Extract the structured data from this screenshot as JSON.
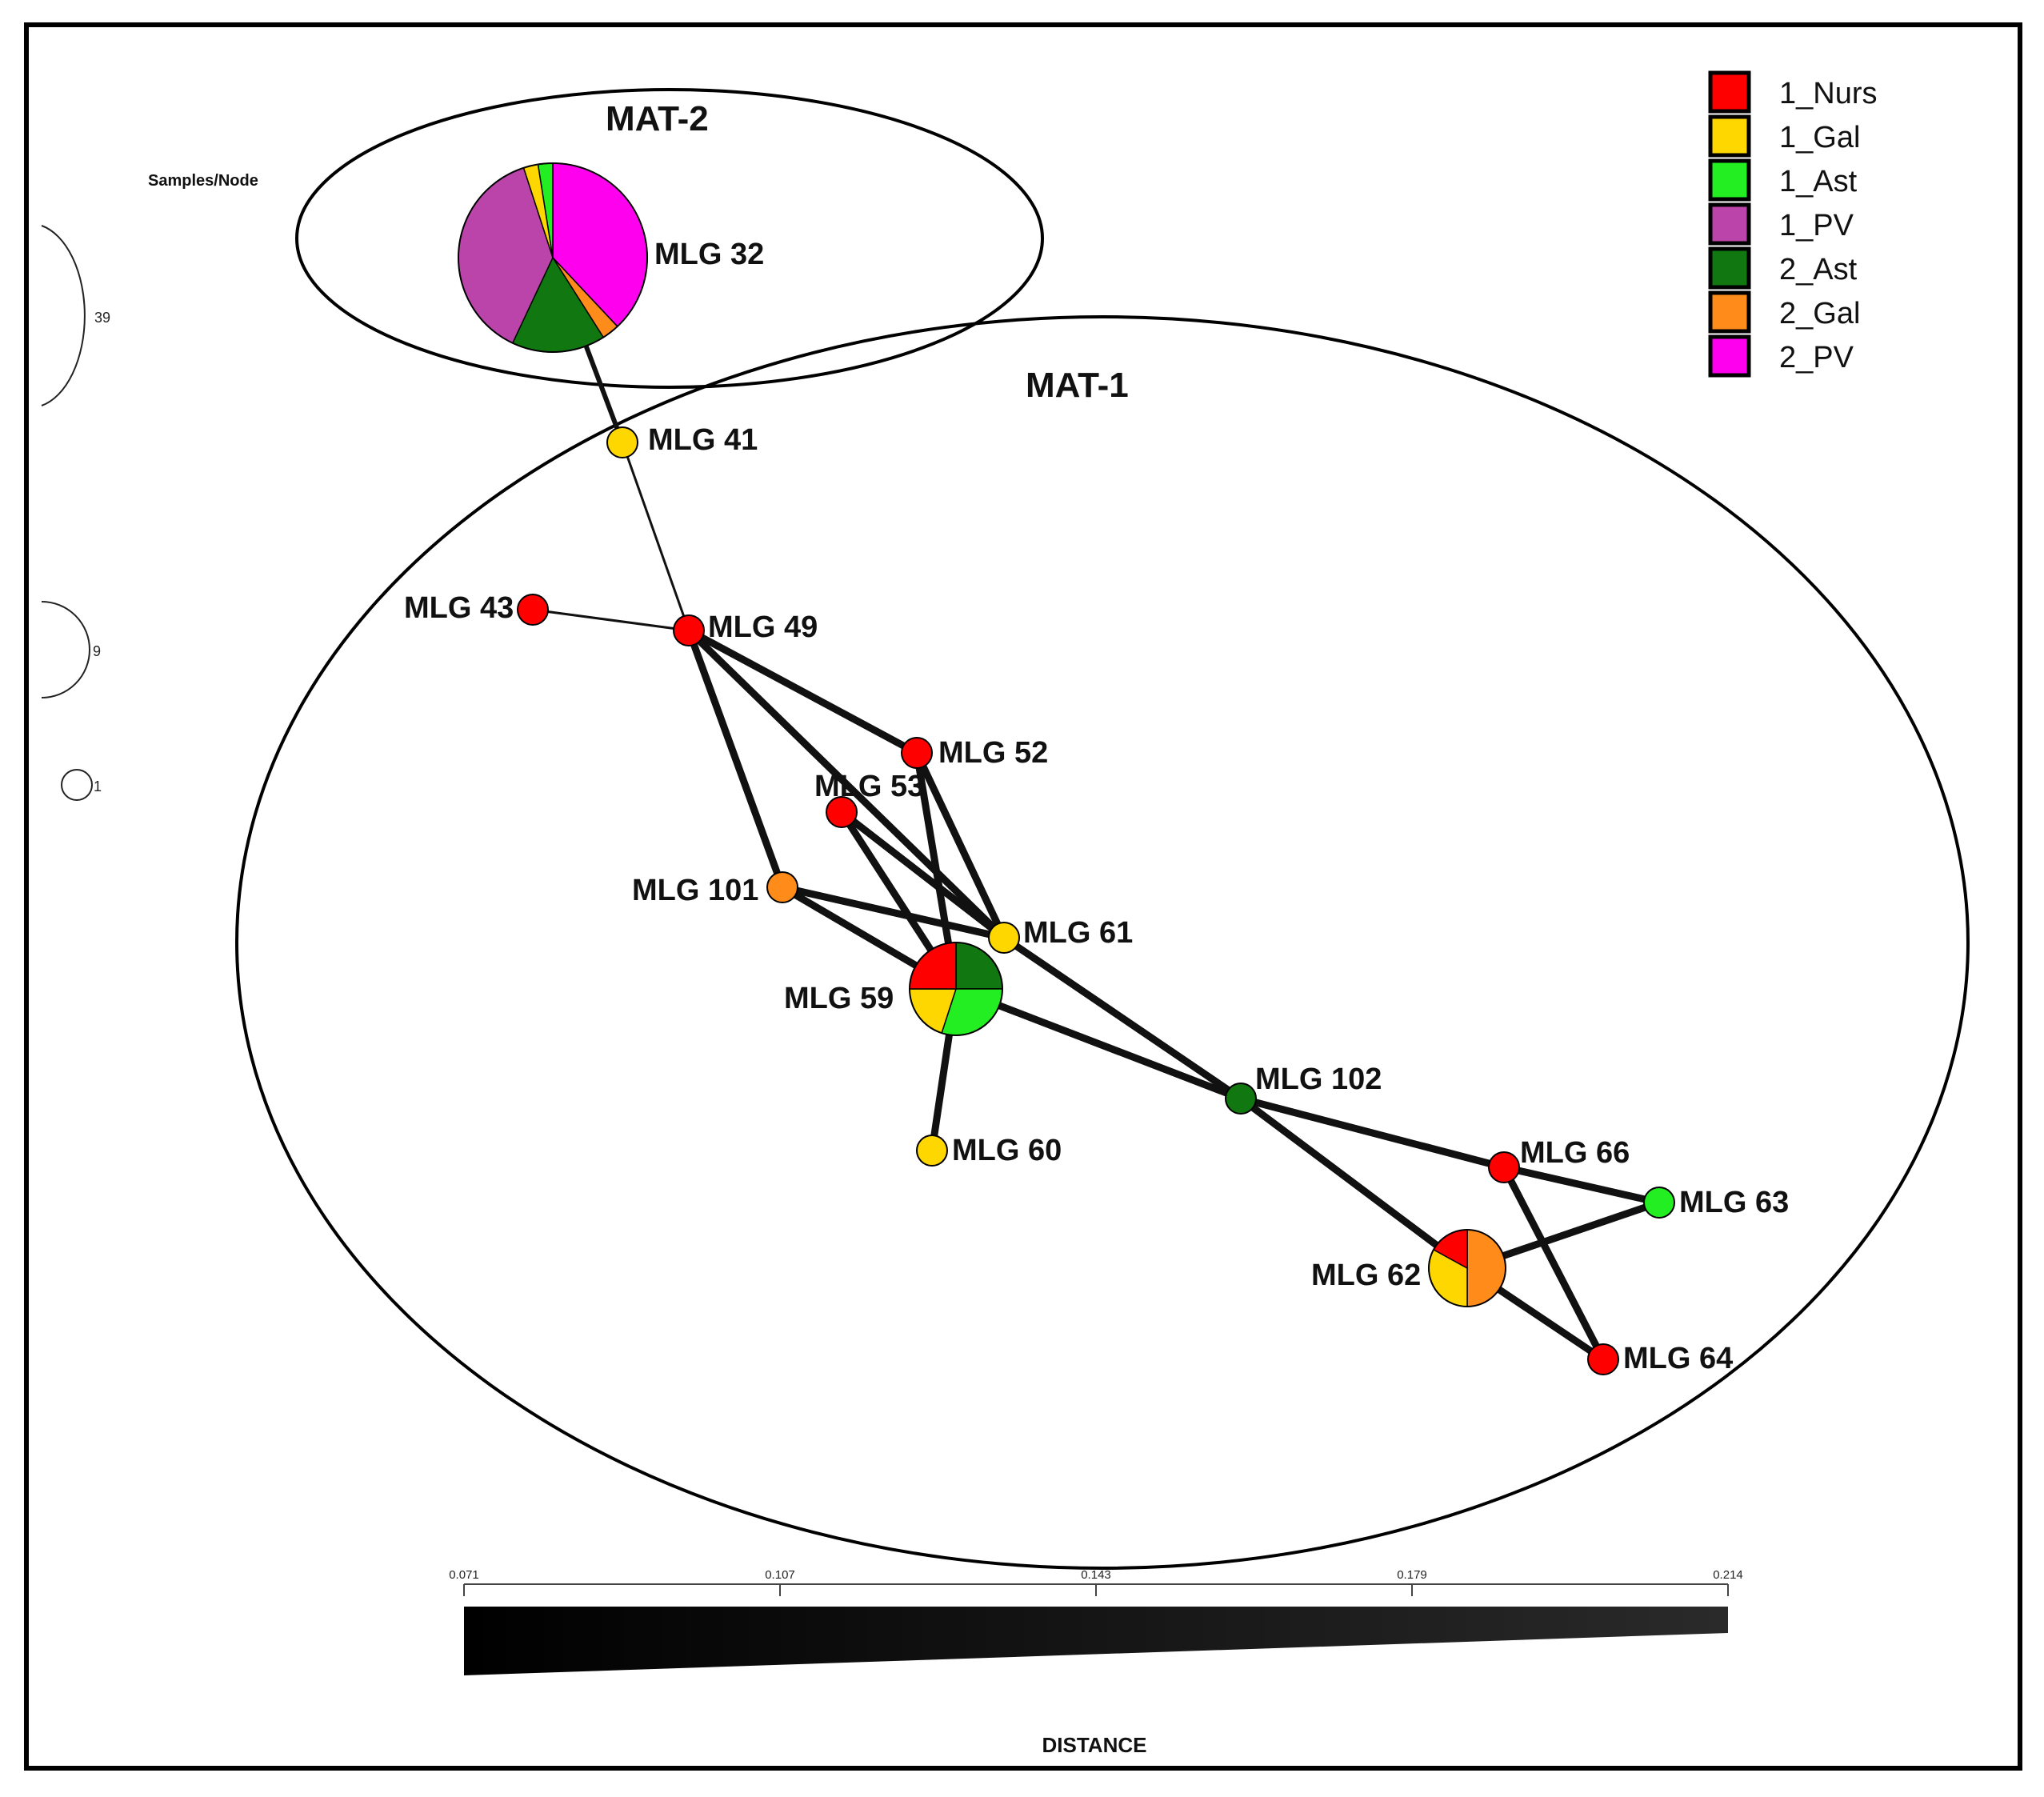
{
  "samples_per_node": {
    "label": "Samples/Node",
    "sizes": [
      "39",
      "9",
      "1"
    ]
  },
  "groups": [
    {
      "id": "mat2",
      "label": "MAT-2"
    },
    {
      "id": "mat1",
      "label": "MAT-1"
    }
  ],
  "legend": [
    {
      "id": "1_Nurs",
      "label": "1_Nurs",
      "color": "#ff0000"
    },
    {
      "id": "1_Gal",
      "label": "1_Gal",
      "color": "#ffd700"
    },
    {
      "id": "1_Ast",
      "label": "1_Ast",
      "color": "#22ee22"
    },
    {
      "id": "1_PV",
      "label": "1_PV",
      "color": "#bb44aa"
    },
    {
      "id": "2_Ast",
      "label": "2_Ast",
      "color": "#117711"
    },
    {
      "id": "2_Gal",
      "label": "2_Gal",
      "color": "#ff8c1a"
    },
    {
      "id": "2_PV",
      "label": "2_PV",
      "color": "#ff00ee"
    }
  ],
  "nodes": [
    {
      "id": "MLG 32",
      "label": "MLG 32",
      "samples": 39,
      "slices": [
        {
          "cat": "2_PV",
          "frac": 0.38
        },
        {
          "cat": "2_Gal",
          "frac": 0.03
        },
        {
          "cat": "2_Ast",
          "frac": 0.16
        },
        {
          "cat": "1_PV",
          "frac": 0.38
        },
        {
          "cat": "1_Gal",
          "frac": 0.025
        },
        {
          "cat": "1_Ast",
          "frac": 0.025
        }
      ]
    },
    {
      "id": "MLG 41",
      "label": "MLG 41",
      "samples": 1,
      "slices": [
        {
          "cat": "1_Gal",
          "frac": 1
        }
      ]
    },
    {
      "id": "MLG 43",
      "label": "MLG 43",
      "samples": 1,
      "slices": [
        {
          "cat": "1_Nurs",
          "frac": 1
        }
      ]
    },
    {
      "id": "MLG 49",
      "label": "MLG 49",
      "samples": 1,
      "slices": [
        {
          "cat": "1_Nurs",
          "frac": 1
        }
      ]
    },
    {
      "id": "MLG 52",
      "label": "MLG 52",
      "samples": 1,
      "slices": [
        {
          "cat": "1_Nurs",
          "frac": 1
        }
      ]
    },
    {
      "id": "MLG 53",
      "label": "MLG 53",
      "samples": 1,
      "slices": [
        {
          "cat": "1_Nurs",
          "frac": 1
        }
      ]
    },
    {
      "id": "MLG 101",
      "label": "MLG 101",
      "samples": 1,
      "slices": [
        {
          "cat": "2_Gal",
          "frac": 1
        }
      ]
    },
    {
      "id": "MLG 61",
      "label": "MLG 61",
      "samples": 1,
      "slices": [
        {
          "cat": "1_Gal",
          "frac": 1
        }
      ]
    },
    {
      "id": "MLG 59",
      "label": "MLG 59",
      "samples": 9,
      "slices": [
        {
          "cat": "2_Ast",
          "frac": 0.25
        },
        {
          "cat": "1_Ast",
          "frac": 0.3
        },
        {
          "cat": "1_Gal",
          "frac": 0.2
        },
        {
          "cat": "1_Nurs",
          "frac": 0.25
        }
      ]
    },
    {
      "id": "MLG 60",
      "label": "MLG 60",
      "samples": 1,
      "slices": [
        {
          "cat": "1_Gal",
          "frac": 1
        }
      ]
    },
    {
      "id": "MLG 102",
      "label": "MLG 102",
      "samples": 1,
      "slices": [
        {
          "cat": "2_Ast",
          "frac": 1
        }
      ]
    },
    {
      "id": "MLG 66",
      "label": "MLG 66",
      "samples": 1,
      "slices": [
        {
          "cat": "1_Nurs",
          "frac": 1
        }
      ]
    },
    {
      "id": "MLG 63",
      "label": "MLG 63",
      "samples": 1,
      "slices": [
        {
          "cat": "1_Ast",
          "frac": 1
        }
      ]
    },
    {
      "id": "MLG 62",
      "label": "MLG 62",
      "samples": 6,
      "slices": [
        {
          "cat": "2_Gal",
          "frac": 0.5
        },
        {
          "cat": "1_Gal",
          "frac": 0.33
        },
        {
          "cat": "1_Nurs",
          "frac": 0.17
        }
      ]
    },
    {
      "id": "MLG 64",
      "label": "MLG 64",
      "samples": 1,
      "slices": [
        {
          "cat": "1_Nurs",
          "frac": 1
        }
      ]
    }
  ],
  "edges": [
    {
      "from": "MLG 32",
      "to": "MLG 41",
      "weight": "medium"
    },
    {
      "from": "MLG 41",
      "to": "MLG 49",
      "weight": "thin"
    },
    {
      "from": "MLG 43",
      "to": "MLG 49",
      "weight": "thin"
    },
    {
      "from": "MLG 49",
      "to": "MLG 52",
      "weight": "thick"
    },
    {
      "from": "MLG 49",
      "to": "MLG 101",
      "weight": "thick"
    },
    {
      "from": "MLG 49",
      "to": "MLG 61",
      "weight": "thick"
    },
    {
      "from": "MLG 52",
      "to": "MLG 59",
      "weight": "thick"
    },
    {
      "from": "MLG 52",
      "to": "MLG 61",
      "weight": "thick"
    },
    {
      "from": "MLG 53",
      "to": "MLG 59",
      "weight": "thick"
    },
    {
      "from": "MLG 53",
      "to": "MLG 61",
      "weight": "thick"
    },
    {
      "from": "MLG 101",
      "to": "MLG 61",
      "weight": "thick"
    },
    {
      "from": "MLG 101",
      "to": "MLG 59",
      "weight": "thick"
    },
    {
      "from": "MLG 59",
      "to": "MLG 60",
      "weight": "thick"
    },
    {
      "from": "MLG 59",
      "to": "MLG 102",
      "weight": "thick"
    },
    {
      "from": "MLG 61",
      "to": "MLG 102",
      "weight": "thick"
    },
    {
      "from": "MLG 102",
      "to": "MLG 66",
      "weight": "thick"
    },
    {
      "from": "MLG 102",
      "to": "MLG 62",
      "weight": "thick"
    },
    {
      "from": "MLG 66",
      "to": "MLG 63",
      "weight": "thick"
    },
    {
      "from": "MLG 66",
      "to": "MLG 64",
      "weight": "thick"
    },
    {
      "from": "MLG 62",
      "to": "MLG 63",
      "weight": "thick"
    },
    {
      "from": "MLG 62",
      "to": "MLG 64",
      "weight": "thick"
    }
  ],
  "distance_scale": {
    "title": "DISTANCE",
    "ticks": [
      "0.071",
      "0.107",
      "0.143",
      "0.179",
      "0.214"
    ]
  }
}
